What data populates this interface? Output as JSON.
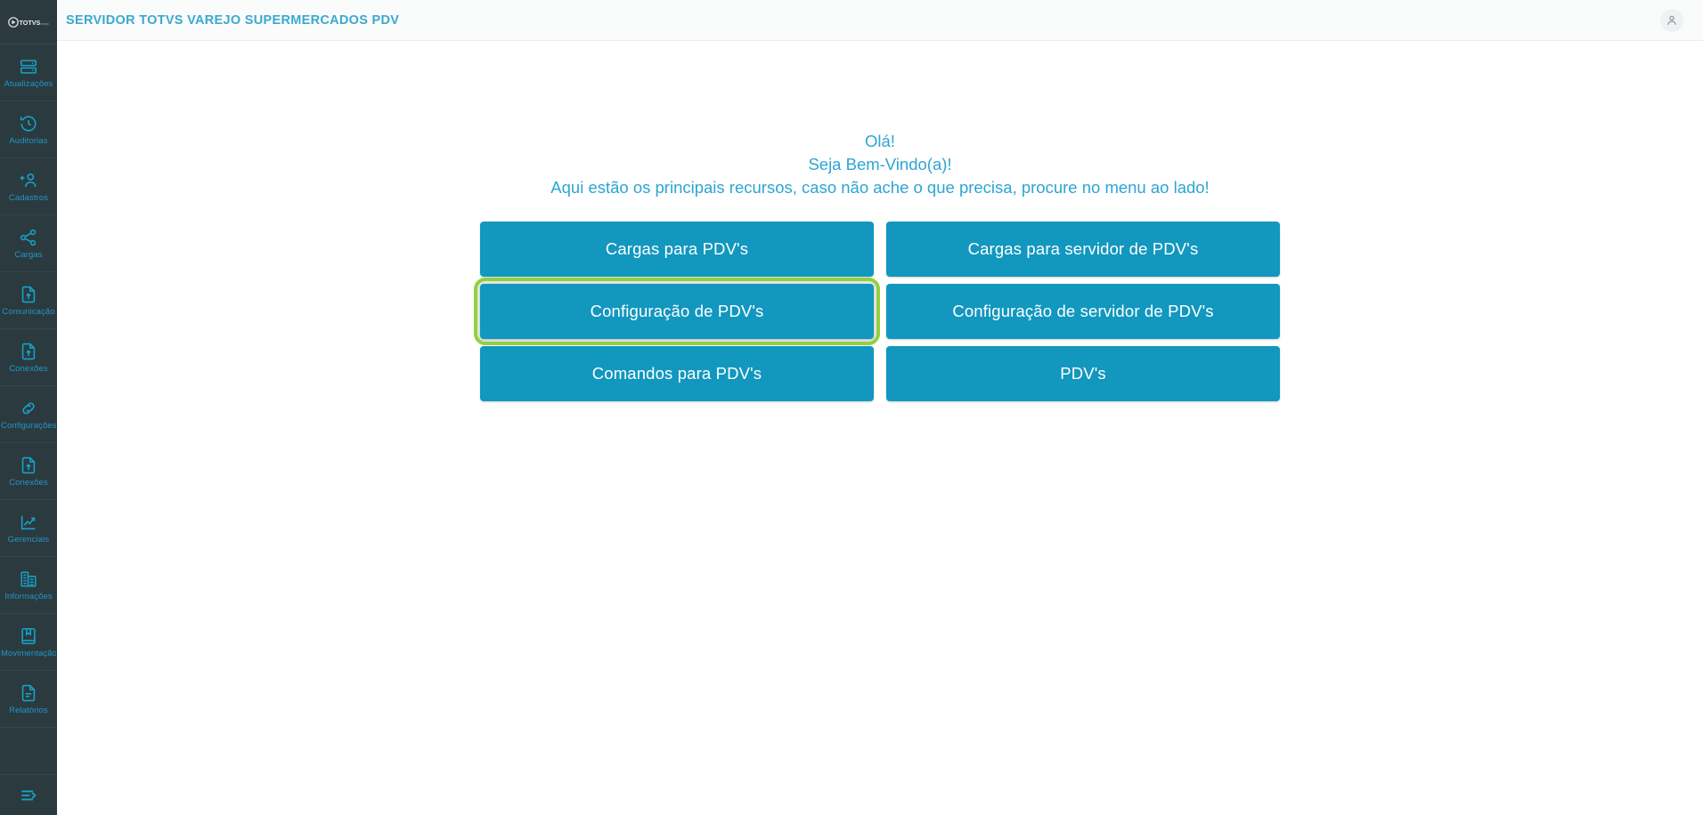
{
  "app": {
    "brand": "TOTVS",
    "brand_sub": "varejo"
  },
  "topbar": {
    "title": "SERVIDOR TOTVS VAREJO SUPERMERCADOS PDV",
    "avatar_icon": "user-avatar-icon"
  },
  "sidebar": {
    "logo_icon": "totvs-logo",
    "collapse_icon": "menu-expand-arrow-icon",
    "items": [
      {
        "label": "Atualizações",
        "icon": "server-icon"
      },
      {
        "label": "Auditorias",
        "icon": "clock-history-icon"
      },
      {
        "label": "Cadastros",
        "icon": "user-plus-icon"
      },
      {
        "label": "Cargas",
        "icon": "share-nodes-icon"
      },
      {
        "label": "Comunicação",
        "icon": "file-upload-icon"
      },
      {
        "label": "Conexões",
        "icon": "file-upload-icon"
      },
      {
        "label": "Configurações",
        "icon": "link-chain-icon"
      },
      {
        "label": "Conexões",
        "icon": "file-upload-icon"
      },
      {
        "label": "Gerenciais",
        "icon": "chart-line-icon"
      },
      {
        "label": "Informações",
        "icon": "building-icon"
      },
      {
        "label": "Movimentação",
        "icon": "bookmark-book-icon"
      },
      {
        "label": "Relatórios",
        "icon": "document-text-icon"
      }
    ]
  },
  "content": {
    "greeting_line1": "Olá!",
    "greeting_line2": "Seja Bem-Vindo(a)!",
    "greeting_line3": "Aqui estão os principais recursos, caso não ache o que precisa, procure no menu ao lado!",
    "tiles": [
      {
        "label": "Cargas para PDV's",
        "focused": false
      },
      {
        "label": "Cargas para servidor de PDV's",
        "focused": false
      },
      {
        "label": "Configuração de PDV's",
        "focused": true
      },
      {
        "label": "Configuração de servidor de PDV's",
        "focused": false
      },
      {
        "label": "Comandos para PDV's",
        "focused": false
      },
      {
        "label": "PDV's",
        "focused": false
      }
    ]
  },
  "colors": {
    "sidebar_bg": "#2b3a3f",
    "accent_cyan": "#16a2c8",
    "tile_blue": "#1297bf",
    "focus_green": "#8fd13f",
    "title_blue": "#3ba9cf"
  }
}
